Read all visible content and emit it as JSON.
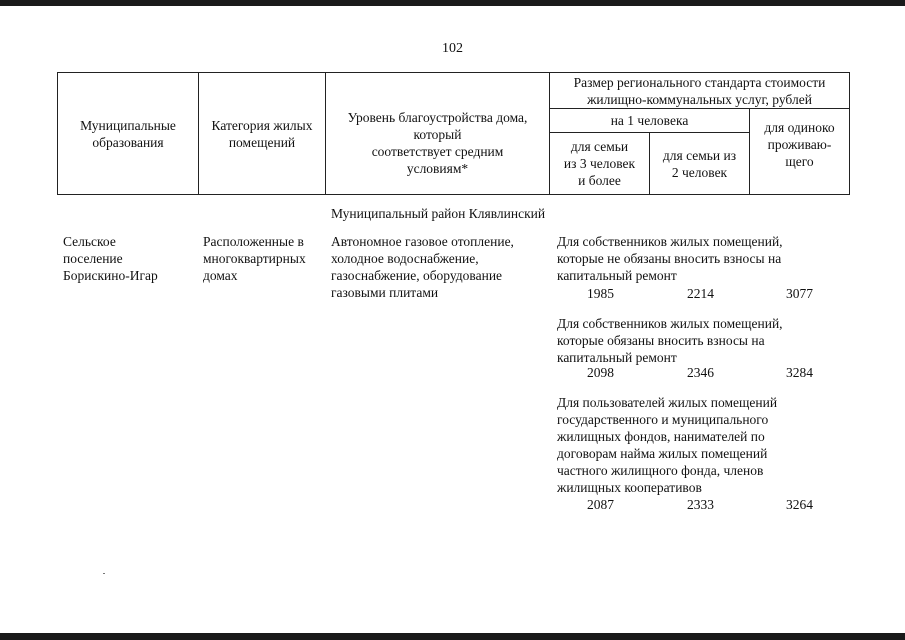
{
  "page_number": "102",
  "header": {
    "municipality": [
      "Муниципальные",
      "образования"
    ],
    "category": [
      "Категория жилых",
      "помещений"
    ],
    "amenity_level": [
      "Уровень благоустройства дома,",
      "который",
      "соответствует средним",
      "условиям*"
    ],
    "standard_size": [
      "Размер регионального стандарта стоимости",
      "жилищно-коммунальных услуг, рублей"
    ],
    "per_person": "на 1 человека",
    "family3": [
      "для семьи",
      "из 3 человек",
      "и более"
    ],
    "family2": [
      "для семьи из",
      "2 человек"
    ],
    "single": [
      "для одиноко",
      "проживаю-",
      "щего"
    ]
  },
  "district_title": "Муниципальный район Клявлинский",
  "row": {
    "municipality": [
      "Сельское",
      "поселение",
      "Борискино-Игар"
    ],
    "category": [
      "Расположенные в",
      "многоквартирных",
      "домах"
    ],
    "amenity": [
      "Автономное газовое отопление,",
      "холодное водоснабжение,",
      "газоснабжение, оборудование",
      "газовыми плитами"
    ],
    "groups": [
      {
        "label": [
          "Для собственников жилых помещений,",
          "которые не обязаны вносить взносы на",
          "капитальный ремонт"
        ],
        "values": [
          "1985",
          "2214",
          "3077"
        ]
      },
      {
        "label": [
          "Для собственников  жилых помещений,",
          "которые обязаны вносить взносы на",
          "капитальный ремонт"
        ],
        "values": [
          "2098",
          "2346",
          "3284"
        ]
      },
      {
        "label": [
          "Для пользователей жилых помещений",
          "государственного и муниципального",
          "жилищных фондов, нанимателей по",
          "договорам найма жилых помещений",
          "частного жилищного фонда, членов",
          "жилищных кооперативов"
        ],
        "values": [
          "2087",
          "2333",
          "3264"
        ]
      }
    ]
  }
}
